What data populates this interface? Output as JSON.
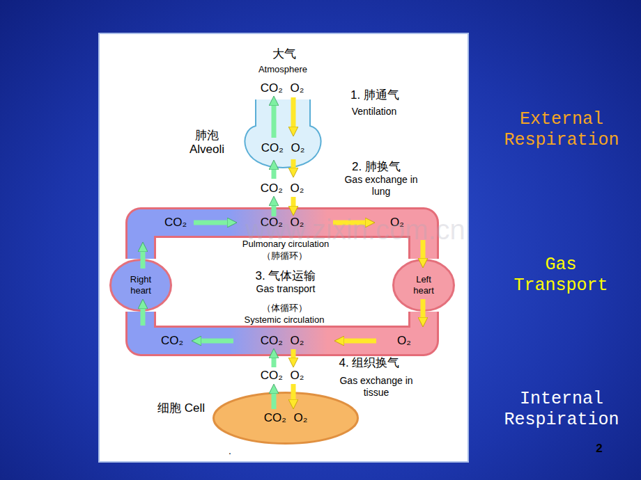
{
  "diagram": {
    "nodes": [
      {
        "text": [
          "肺泡 Alveoli",
          "CO₂ O₂"
        ]
      },
      {
        "text": [
          "Right heart"
        ]
      },
      {
        "text": [
          "Left heart"
        ]
      },
      {
        "text": [
          "细胞 Cell",
          "CO₂ O₂"
        ]
      }
    ],
    "edges": [
      {
        "from": 1,
        "to": 2,
        "arrow": "none"
      },
      {
        "from": 2,
        "to": 1,
        "arrow": "none"
      }
    ],
    "labels": [
      "大气",
      "Atmosphere",
      "CO₂ O₂",
      "1. 肺通气",
      "Ventilation",
      "2. 肺换气",
      "Gas exchange in lung",
      "CO₂ O₂",
      "CO₂",
      "CO₂ O₂",
      "O₂",
      "www.zixin.com.cn",
      "Pulmonary circulation",
      "（肺循环）",
      "3. 气体运输",
      "Gas transport",
      "（体循环）",
      "Systemic circulation",
      "CO₂",
      "CO₂ O₂",
      "O₂",
      "4. 组织换气",
      "Gas exchange in tissue",
      "CO₂ O₂",
      ".",
      "2",
      "External Respiration",
      "Gas Transport",
      "Internal Respiration"
    ]
  }
}
